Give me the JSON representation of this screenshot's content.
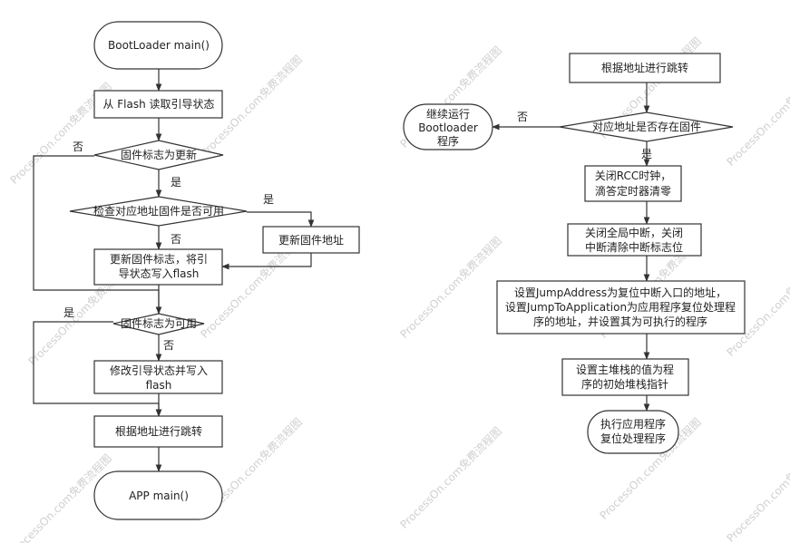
{
  "watermark": "ProcessOn.com免费流程图",
  "left_flow": {
    "start": "BootLoader main()",
    "read_state": "从 Flash 读取引导状态",
    "decision_update": "固件标志为更新",
    "decision_check": "检查对应地址固件是否可用",
    "update_addr": "更新固件地址",
    "update_flag": [
      "更新固件标志，将引",
      "导状态写入flash"
    ],
    "decision_usable": "固件标志为可用",
    "modify_state": [
      "修改引导状态并写入",
      "flash"
    ],
    "jump": "根据地址进行跳转",
    "end": "APP main()"
  },
  "right_flow": {
    "jump": "根据地址进行跳转",
    "decision_exists": "对应地址是否存在固件",
    "continue": [
      "继续运行",
      "Bootloader",
      "程序"
    ],
    "close_rcc": [
      "关闭RCC时钟，",
      "滴答定时器清零"
    ],
    "close_irq": [
      "关闭全局中断，关闭",
      "中断清除中断标志位"
    ],
    "set_jump": [
      "设置JumpAddress为复位中断入口的地址，",
      "设置JumpToApplication为应用程序复位处理程",
      "序的地址，并设置其为可执行的程序"
    ],
    "set_msp": [
      "设置主堆栈的值为程",
      "序的初始堆栈指针"
    ],
    "exec": [
      "执行应用程序",
      "复位处理程序"
    ]
  },
  "edge_labels": {
    "yes": "是",
    "no": "否"
  }
}
